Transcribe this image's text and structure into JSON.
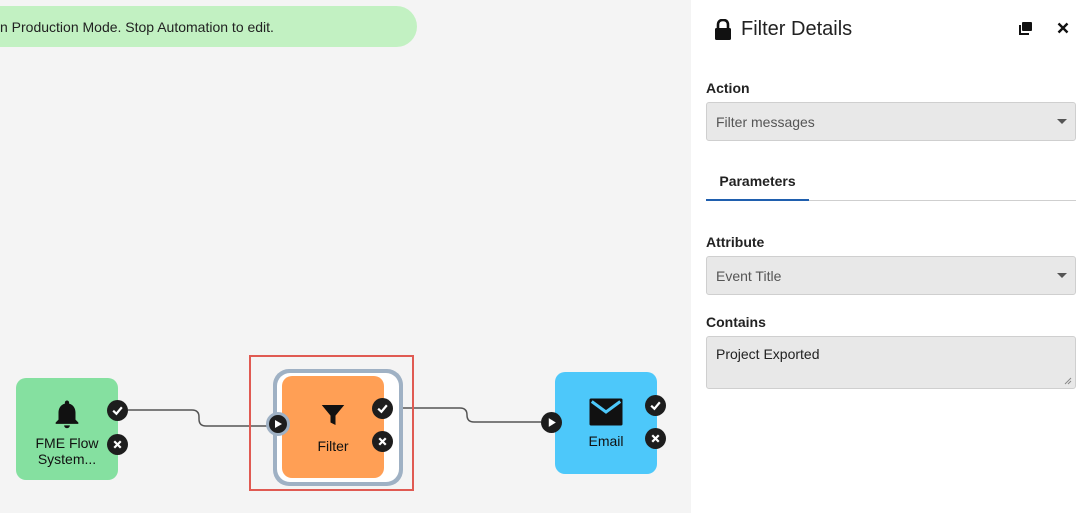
{
  "banner": {
    "text": "n Production Mode. Stop Automation to edit."
  },
  "nodes": {
    "trigger": {
      "label_line1": "FME Flow",
      "label_line2": "System..."
    },
    "filter": {
      "label": "Filter"
    },
    "email": {
      "label": "Email"
    }
  },
  "panel": {
    "title": "Filter Details",
    "action": {
      "label": "Action",
      "value": "Filter messages"
    },
    "tabs": [
      {
        "label": "Parameters",
        "active": true
      }
    ],
    "attribute": {
      "label": "Attribute",
      "value": "Event Title"
    },
    "contains": {
      "label": "Contains",
      "value": "Project Exported"
    }
  },
  "icons": {
    "header": [
      "lock-icon",
      "popout-icon",
      "close-icon"
    ],
    "nodes": [
      "bell-icon",
      "funnel-icon",
      "envelope-icon"
    ],
    "ports": [
      "check-icon",
      "x-icon",
      "play-icon"
    ]
  },
  "colors": {
    "banner": "#c2f1c2",
    "trigger": "#85e0a0",
    "filter": "#ff9f55",
    "email": "#4dc8fa",
    "selection": "#e05a52",
    "tab_underline": "#1f5fae"
  }
}
